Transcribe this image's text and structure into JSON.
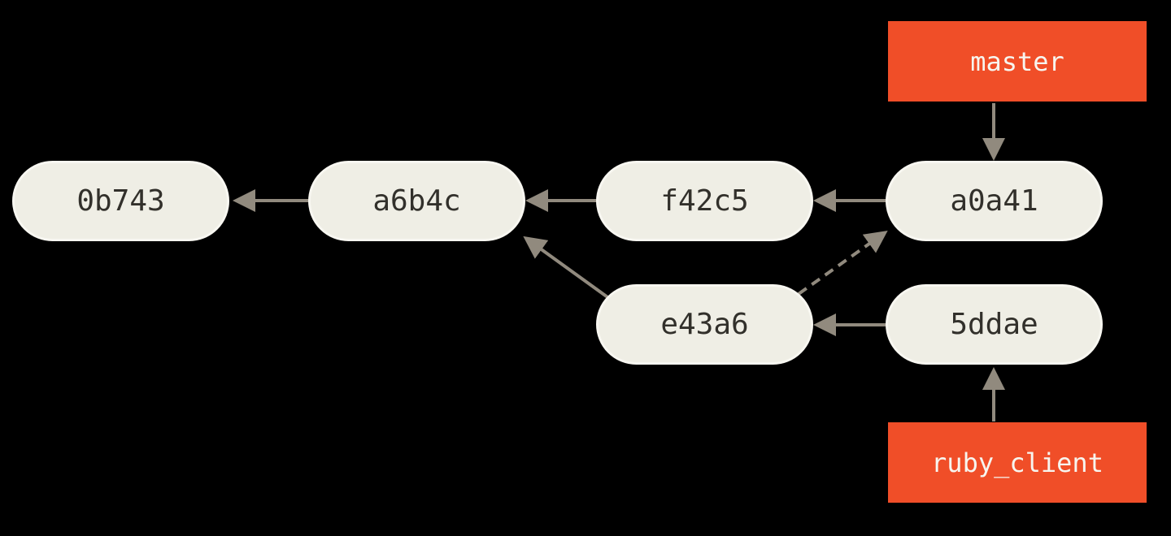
{
  "diagram": {
    "type": "git-commit-graph",
    "background_color": "#000000",
    "node_fill_color": "#efeee5",
    "node_border_color": "#f8f7f1",
    "node_text_color": "#32302b",
    "arrow_color": "#918a7e",
    "branch_label_fill_color": "#f04e28",
    "branch_label_text_color": "#f7f5ef",
    "commits": [
      {
        "id": "0b743"
      },
      {
        "id": "a6b4c"
      },
      {
        "id": "f42c5"
      },
      {
        "id": "a0a41"
      },
      {
        "id": "e43a6"
      },
      {
        "id": "5ddae"
      }
    ],
    "branches": [
      {
        "name": "master",
        "points_to": "a0a41"
      },
      {
        "name": "ruby_client",
        "points_to": "5ddae"
      }
    ],
    "edges": [
      {
        "from": "a6b4c",
        "to": "0b743",
        "style": "solid"
      },
      {
        "from": "f42c5",
        "to": "a6b4c",
        "style": "solid"
      },
      {
        "from": "a0a41",
        "to": "f42c5",
        "style": "solid"
      },
      {
        "from": "e43a6",
        "to": "a6b4c",
        "style": "solid"
      },
      {
        "from": "5ddae",
        "to": "e43a6",
        "style": "solid"
      },
      {
        "from": "e43a6",
        "to": "a0a41",
        "style": "dashed"
      },
      {
        "from": "master",
        "to": "a0a41",
        "style": "solid"
      },
      {
        "from": "ruby_client",
        "to": "5ddae",
        "style": "solid"
      }
    ]
  }
}
